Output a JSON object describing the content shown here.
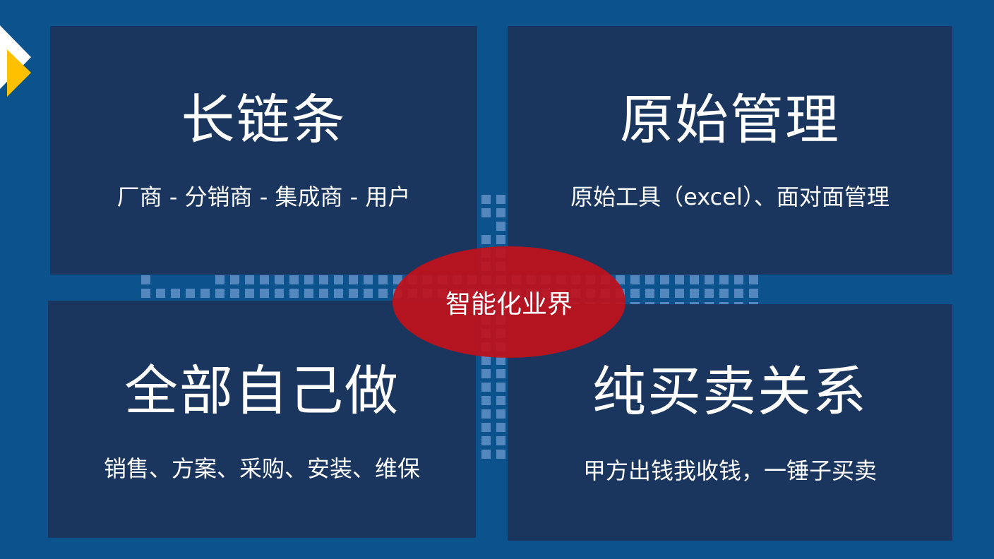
{
  "center_label": "智能化业界",
  "quadrants": [
    {
      "title": "长链条",
      "subtitle": "厂商 - 分销商 - 集成商 - 用户"
    },
    {
      "title": "原始管理",
      "subtitle": "原始工具（excel）、面对面管理"
    },
    {
      "title": "全部自己做",
      "subtitle": "销售、方案、采购、安装、维保"
    },
    {
      "title": "纯买卖关系",
      "subtitle": "甲方出钱我收钱，一锤子买卖"
    }
  ],
  "colors": {
    "background": "#0c528d",
    "panel": "#1a365e",
    "accent": "#bf111c",
    "logo_yellow": "#ffc000"
  }
}
